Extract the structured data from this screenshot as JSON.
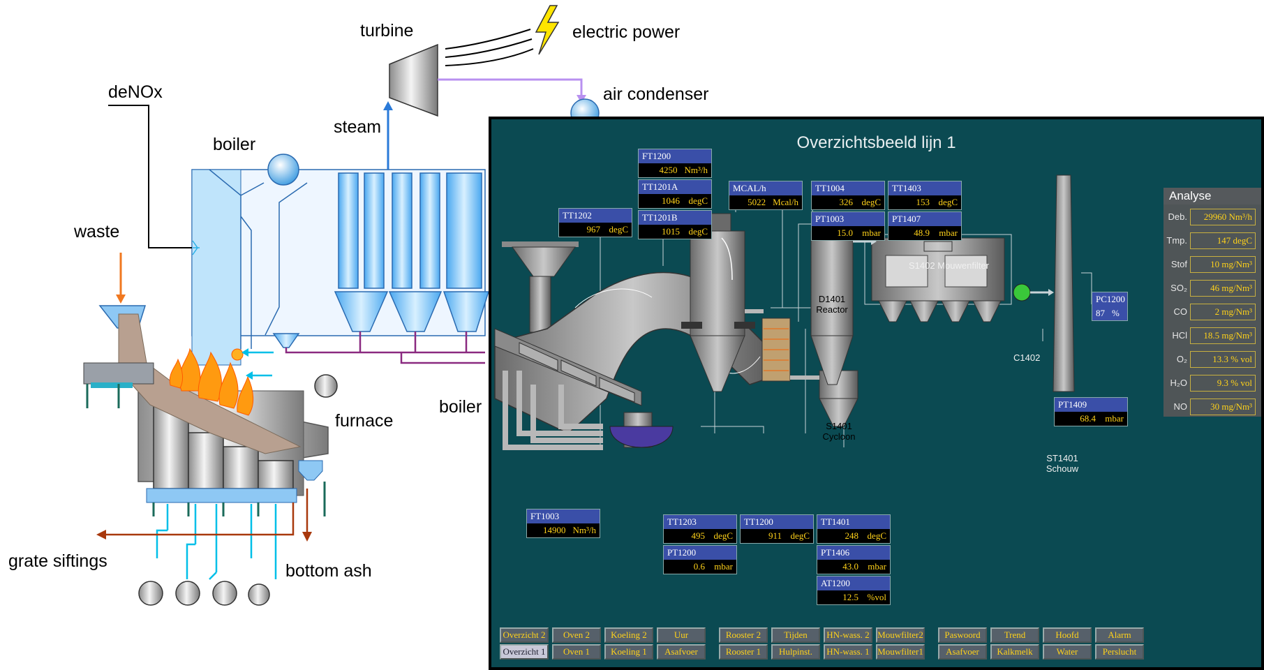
{
  "labels": {
    "turbine": "turbine",
    "electric_power": "electric power",
    "air_condenser": "air condenser",
    "denox": "deNOx",
    "steam": "steam",
    "boiler_top": "boiler",
    "waste": "waste",
    "furnace": "furnace",
    "boiler_mid": "boiler",
    "grate_siftings": "grate siftings",
    "bottom_ash": "bottom ash"
  },
  "scada": {
    "title": "Overzichtsbeeld lijn 1",
    "tags": [
      {
        "name": "FT1200",
        "value": "4250",
        "unit": "Nm³/h"
      },
      {
        "name": "TT1201A",
        "value": "1046",
        "unit": "degC"
      },
      {
        "name": "TT1201B",
        "value": "1015",
        "unit": "degC"
      },
      {
        "name": "TT1202",
        "value": "967",
        "unit": "degC"
      },
      {
        "name": "MCAL/h",
        "value": "5022",
        "unit": "Mcal/h"
      },
      {
        "name": "TT1004",
        "value": "326",
        "unit": "degC"
      },
      {
        "name": "TT1403",
        "value": "153",
        "unit": "degC"
      },
      {
        "name": "PT1003",
        "value": "15.0",
        "unit": "mbar"
      },
      {
        "name": "PT1407",
        "value": "48.9",
        "unit": "mbar"
      },
      {
        "name": "FT1003",
        "value": "14900",
        "unit": "Nm³/h"
      },
      {
        "name": "TT1203",
        "value": "495",
        "unit": "degC"
      },
      {
        "name": "PT1200",
        "value": "0.6",
        "unit": "mbar"
      },
      {
        "name": "TT1200",
        "value": "911",
        "unit": "degC"
      },
      {
        "name": "TT1401",
        "value": "248",
        "unit": "degC"
      },
      {
        "name": "PT1406",
        "value": "43.0",
        "unit": "mbar"
      },
      {
        "name": "AT1200",
        "value": "12.5",
        "unit": "%vol"
      },
      {
        "name": "PT1409",
        "value": "68.4",
        "unit": "mbar"
      },
      {
        "name": "PC1200",
        "value": "87",
        "unit": "%"
      }
    ],
    "equipment": {
      "reactor": "D1401 Reactor",
      "cycloon": "S1401 Cycloon",
      "filter": "S1402  Mouwenfilter",
      "fan": "C1402",
      "stack": "ST1401 Schouw"
    },
    "analyse": {
      "title": "Analyse",
      "rows": [
        {
          "key": "Deb.",
          "value": "29960  Nm³/h"
        },
        {
          "key": "Tmp.",
          "value": "147  degC"
        },
        {
          "key": "Stof",
          "value": "10  mg/Nm³"
        },
        {
          "key": "SO₂",
          "value": "46  mg/Nm³"
        },
        {
          "key": "CO",
          "value": "2  mg/Nm³"
        },
        {
          "key": "HCl",
          "value": "18.5  mg/Nm³"
        },
        {
          "key": "O₂",
          "value": "13.3   % vol"
        },
        {
          "key": "H₂O",
          "value": "9.3   % vol"
        },
        {
          "key": "NO",
          "value": "30  mg/Nm³"
        }
      ]
    },
    "buttons_top": [
      "Overzicht 2",
      "Oven 2",
      "Koeling 2",
      "Uur",
      "Rooster 2",
      "Tijden",
      "HN-wass. 2",
      "Mouwfilter2",
      "Paswoord",
      "Trend",
      "Hoofd",
      "Alarm"
    ],
    "buttons_bottom": [
      "Overzicht 1",
      "Oven  1",
      "Koeling 1",
      "Asafvoer",
      "Rooster 1",
      "Hulpinst.",
      "HN-wass. 1",
      "Mouwfilter1",
      "Asafvoer",
      "Kalkmelk",
      "Water",
      "Perslucht"
    ],
    "selected_button": "Overzicht 1"
  },
  "colors": {
    "panel_bg": "#0b4a52",
    "tag_name_bg": "#3a4fa8",
    "value_text": "#ffd21a",
    "water_line": "#00bfe8",
    "flue_line": "#8a2a80",
    "ash_line": "#a8380c",
    "steam_line": "#2a7ad8",
    "condensate_line": "#b890f0"
  }
}
